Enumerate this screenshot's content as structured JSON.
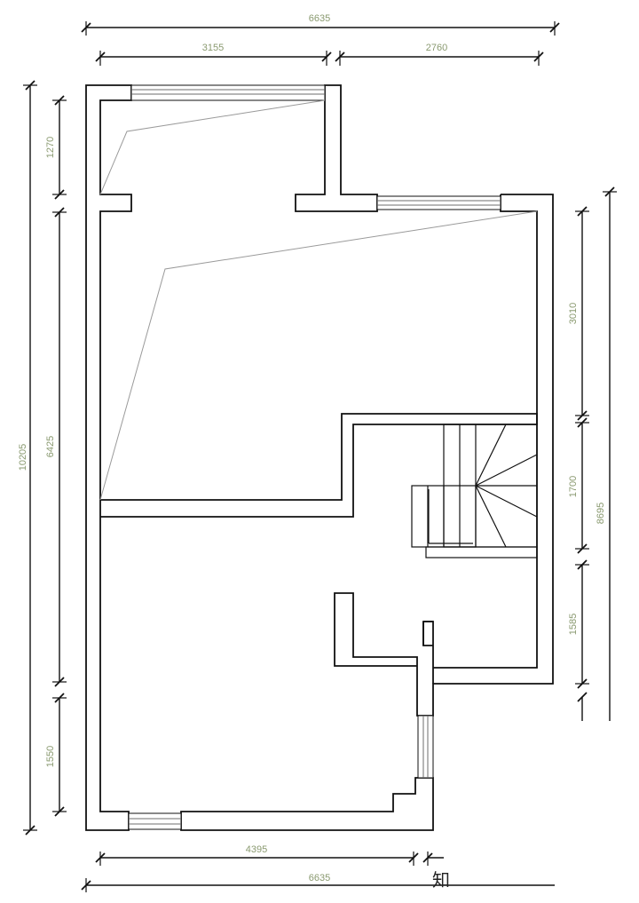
{
  "dimensions": {
    "top_overall": "6635",
    "top_left": "3155",
    "top_right": "2760",
    "left_total": "10205",
    "left_top": "1270",
    "left_mid": "6425",
    "left_bottom": "1550",
    "right_upper": "3010",
    "right_mid": "1700",
    "right_lower": "1585",
    "right_total": "8695",
    "bottom_inner": "4395",
    "bottom_overall": "6635"
  },
  "watermark": "知"
}
